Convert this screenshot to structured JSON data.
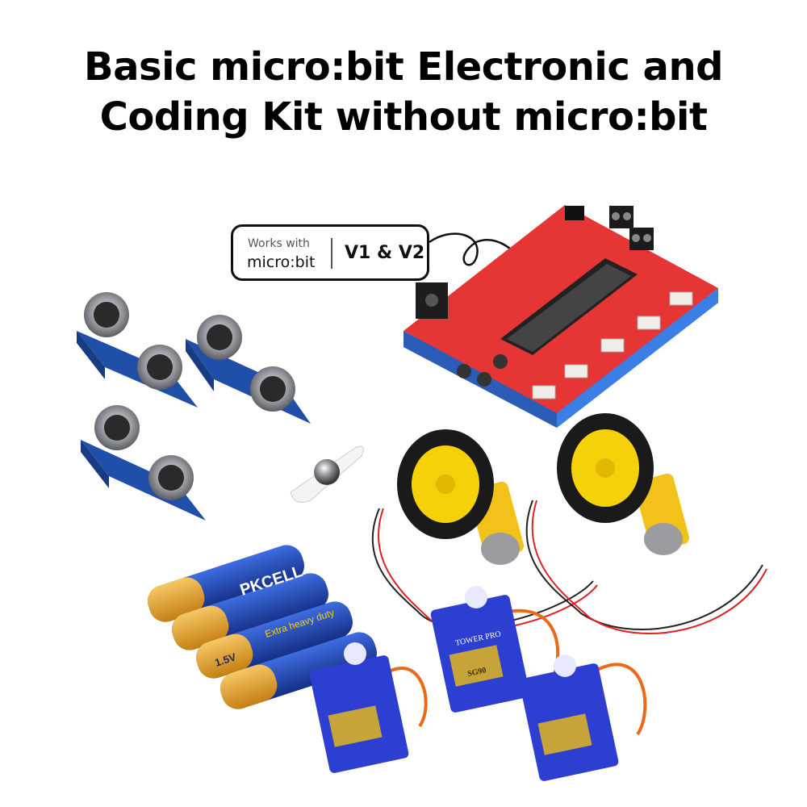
{
  "title": {
    "line1": "Basic micro:bit Electronic and",
    "line2": "Coding Kit without micro:bit"
  },
  "badge": {
    "works_with": "Works with",
    "brand": "micro:bit",
    "versions": "V1 & V2"
  },
  "products": {
    "battery_brand": "PKCELL",
    "battery_slogan": "Extra heavy duty",
    "battery_voltage": "1.5V",
    "servo_brand": "TOWER PRO",
    "servo_model": "SG90"
  },
  "colors": {
    "board_red": "#e53535",
    "board_base_blue": "#2f6fd6",
    "sensor_blue": "#1f4fa8",
    "wheel_yellow": "#f5d10a",
    "servo_blue": "#2c3fd0",
    "battery_blue": "#1f46b5",
    "battery_gold": "#e8a427"
  }
}
